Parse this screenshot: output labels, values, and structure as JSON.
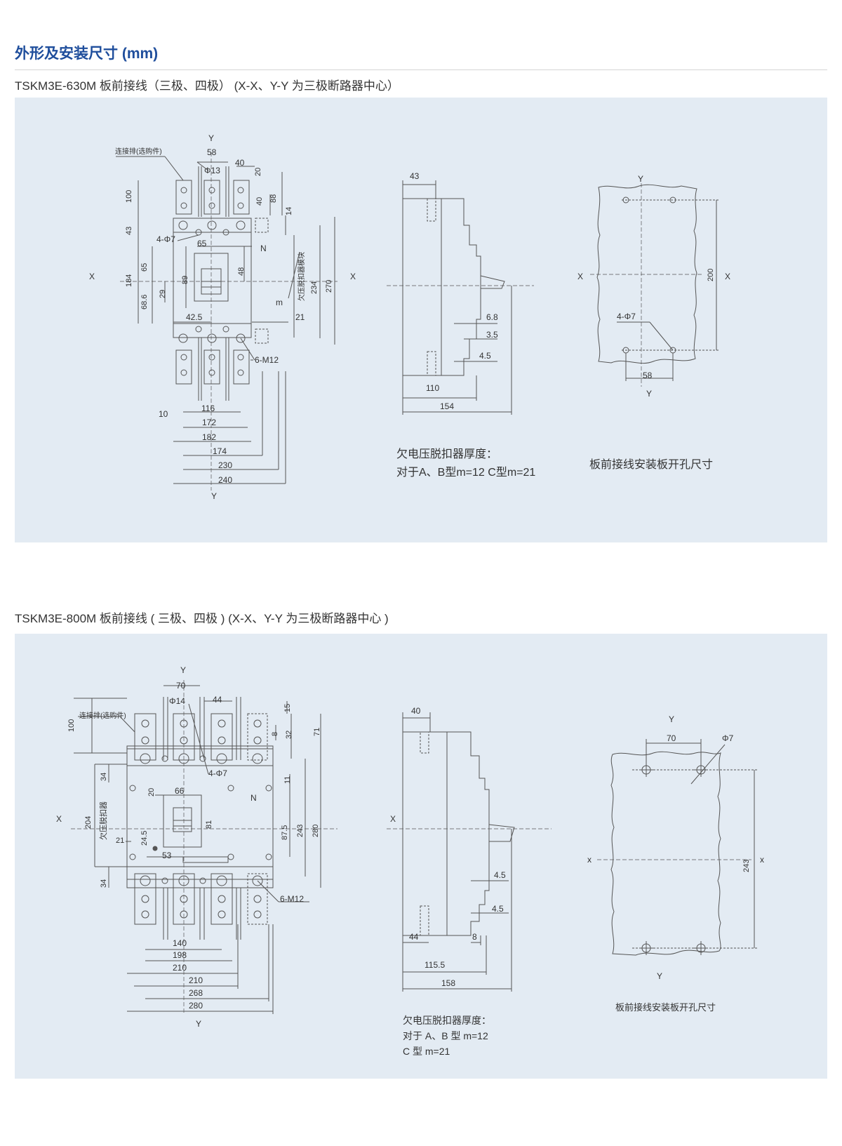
{
  "header": {
    "title": "外形及安装尺寸 (mm)"
  },
  "colors": {
    "title": "#1f4e9c",
    "panel_bg": "#e3ebf3",
    "line": "#555555"
  },
  "sections": [
    {
      "title": "TSKM3E-630M 板前接线（三极、四极） (X-X、Y-Y 为三极断路器中心）",
      "axis": {
        "x": "X",
        "y": "Y"
      },
      "labels": {
        "busbar": "连接排(选购件)",
        "n": "N",
        "uv_module": "欠压脱扣器模块",
        "m": "m",
        "holes_a": "4-Φ7",
        "screws": "6-M12",
        "phi": "Φ13",
        "mount_holes": "4-Φ7"
      },
      "dims_front": {
        "top_58": "58",
        "top_40": "40",
        "top_20": "20",
        "d40": "40",
        "d88": "88",
        "d14": "14",
        "left_100": "100",
        "left_43": "43",
        "left_184": "184",
        "d65": "65",
        "d89": "89",
        "d29": "29",
        "d68_6": "68.6",
        "d65h": "65",
        "d48": "48",
        "d234": "234",
        "d270": "270",
        "d42_5": "42.5",
        "d21": "21",
        "b10": "10",
        "b116": "116",
        "b172": "172",
        "b182": "182",
        "b174": "174",
        "b230": "230",
        "b240": "240"
      },
      "dims_side": {
        "d43": "43",
        "d6_8": "6.8",
        "d3_5": "3.5",
        "d4_5": "4.5",
        "d110": "110",
        "d154": "154"
      },
      "dims_mount": {
        "d200": "200",
        "d58": "58"
      },
      "note_lines": [
        "欠电压脱扣器厚度：",
        "对于A、B型m=12 C型m=21"
      ],
      "mount_caption": "板前接线安装板开孔尺寸"
    },
    {
      "title": "TSKM3E-800M 板前接线 ( 三极、四极 ) (X-X、Y-Y 为三极断路器中心 )",
      "axis": {
        "x": "X",
        "y": "Y",
        "x_lower": "x"
      },
      "labels": {
        "busbar": "连接排(选购件)",
        "n": "N",
        "uv": "欠压脱扣器",
        "phi": "Φ14",
        "holes_a": "4-Φ7",
        "screws": "6-M12",
        "mount_phi": "Φ7"
      },
      "dims_front": {
        "top_70": "70",
        "top_44": "44",
        "d15": "15",
        "d8": "8",
        "d32": "32",
        "d71": "71",
        "left_100": "100",
        "d34a": "34",
        "d204": "204",
        "d21": "21",
        "d34b": "34",
        "d20": "20",
        "d66": "66",
        "d81": "81",
        "d24_5": "24.5",
        "d53": "53",
        "d11": "11",
        "d87_5": "87.5",
        "d243": "243",
        "d280": "280",
        "b140": "140",
        "b198": "198",
        "b210a": "210",
        "b210b": "210",
        "b268": "268",
        "b280": "280"
      },
      "dims_side": {
        "d40": "40",
        "d4_5a": "4.5",
        "d4_5b": "4.5",
        "d44": "44",
        "d8": "8",
        "d115_5": "115.5",
        "d158": "158"
      },
      "dims_mount": {
        "d70": "70",
        "d243": "243"
      },
      "note_lines": [
        "欠电压脱扣器厚度：",
        "对于 A、B 型 m=12",
        "C 型 m=21"
      ],
      "mount_caption": "板前接线安装板开孔尺寸"
    }
  ]
}
